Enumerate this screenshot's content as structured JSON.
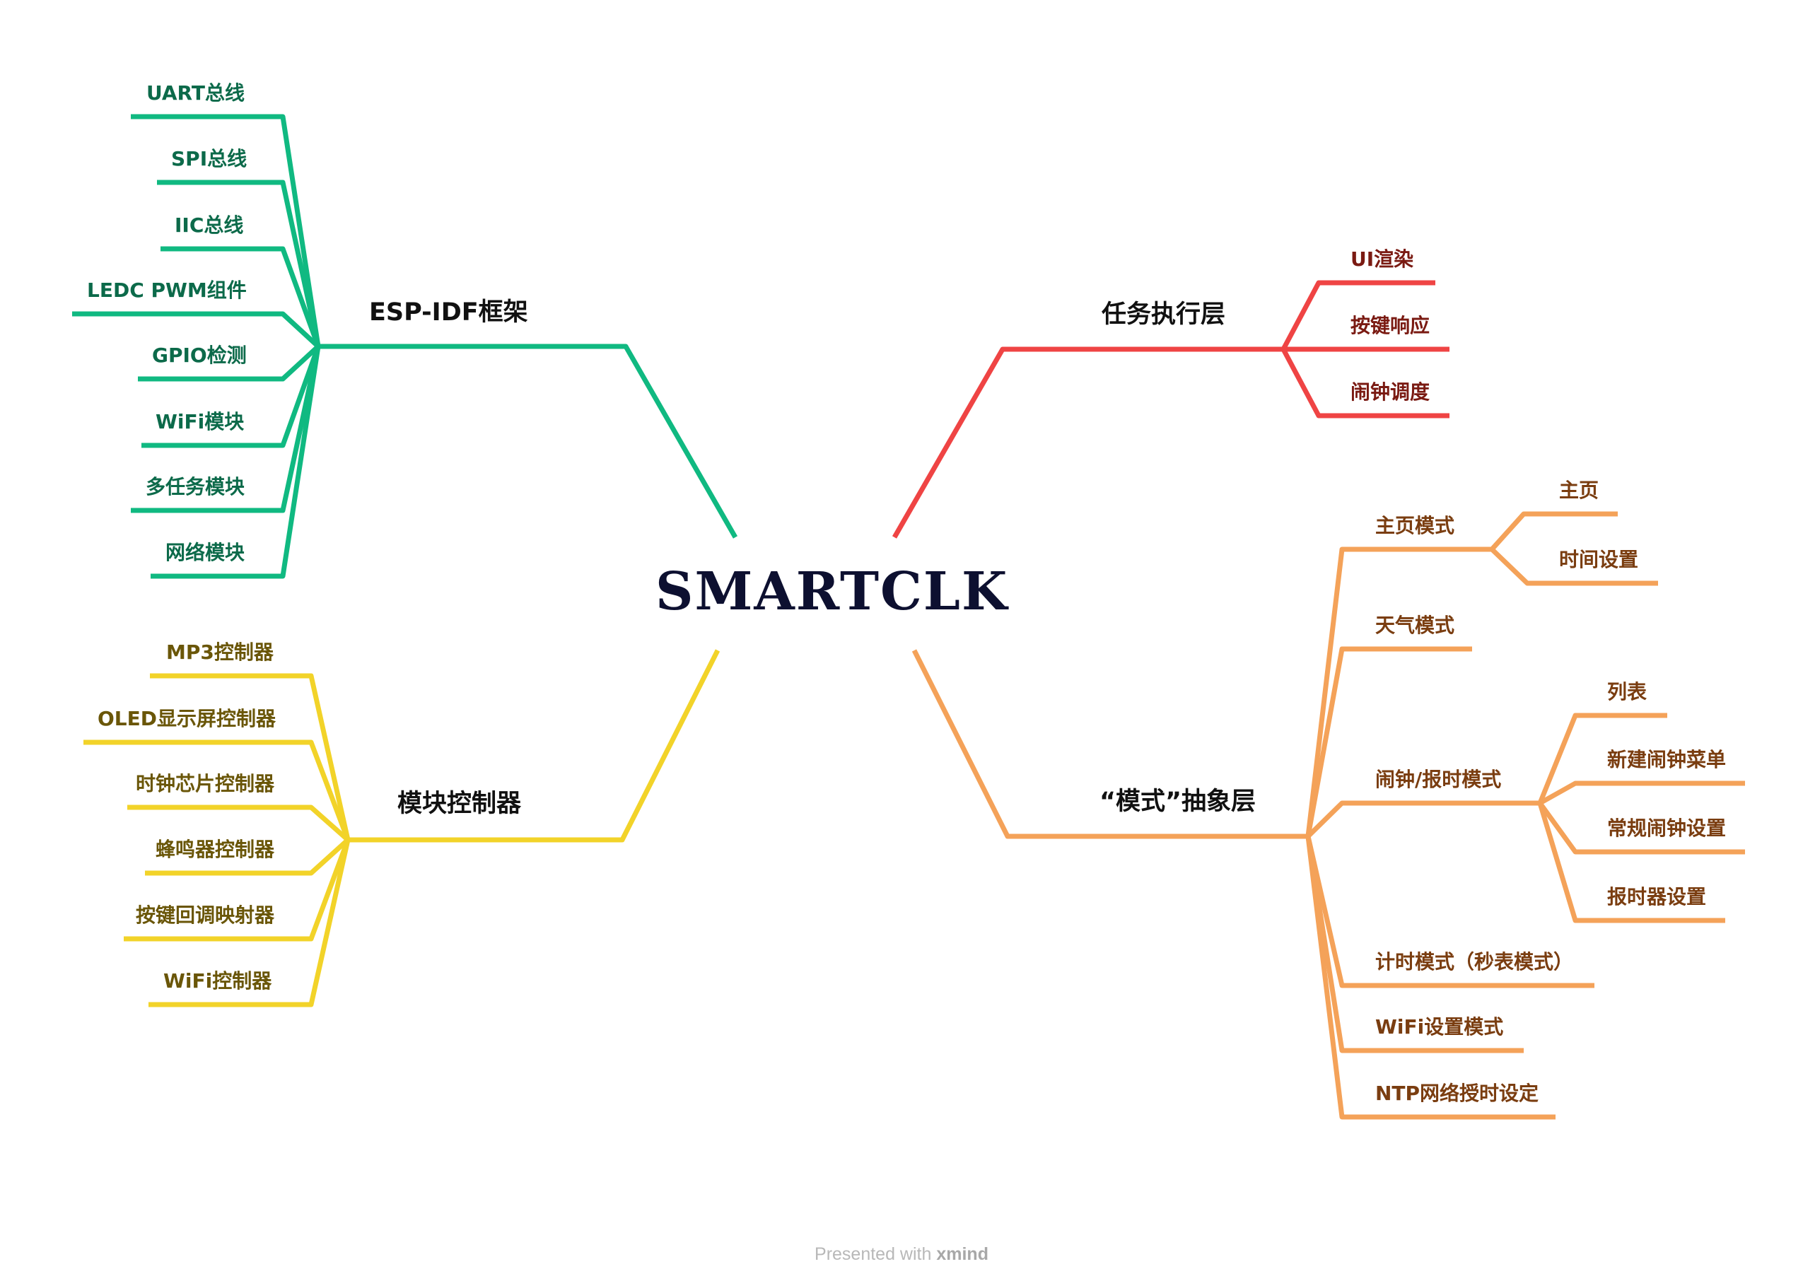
{
  "root": {
    "label": "SMARTCLK"
  },
  "branches": {
    "esp_idf": {
      "label": "ESP-IDF框架",
      "color": "#10b981",
      "children": [
        "UART总线",
        "SPI总线",
        "IIC总线",
        "LEDC PWM组件",
        "GPIO检测",
        "WiFi模块",
        "多任务模块",
        "网络模块"
      ]
    },
    "module_ctrl": {
      "label": "模块控制器",
      "color": "#f2d329",
      "children": [
        "MP3控制器",
        "OLED显示屏控制器",
        "时钟芯片控制器",
        "蜂鸣器控制器",
        "按键回调映射器",
        "WiFi控制器"
      ]
    },
    "task_exec": {
      "label": "任务执行层",
      "color": "#ef4444",
      "children": [
        "UI渲染",
        "按键响应",
        "闹钟调度"
      ]
    },
    "mode_layer": {
      "label": "“模式”抽象层",
      "color": "#f4a259",
      "home": {
        "label": "主页模式",
        "children": [
          "主页",
          "时间设置"
        ]
      },
      "weather": {
        "label": "天气模式"
      },
      "alarm": {
        "label": "闹钟/报时模式",
        "children": [
          "列表",
          "新建闹钟菜单",
          "常规闹钟设置",
          "报时器设置"
        ]
      },
      "timer": {
        "label": "计时模式（秒表模式）"
      },
      "wifi": {
        "label": "WiFi设置模式"
      },
      "ntp": {
        "label": "NTP网络授时设定"
      }
    }
  },
  "footer": {
    "prefix": "Presented with",
    "brand": "xmind"
  }
}
